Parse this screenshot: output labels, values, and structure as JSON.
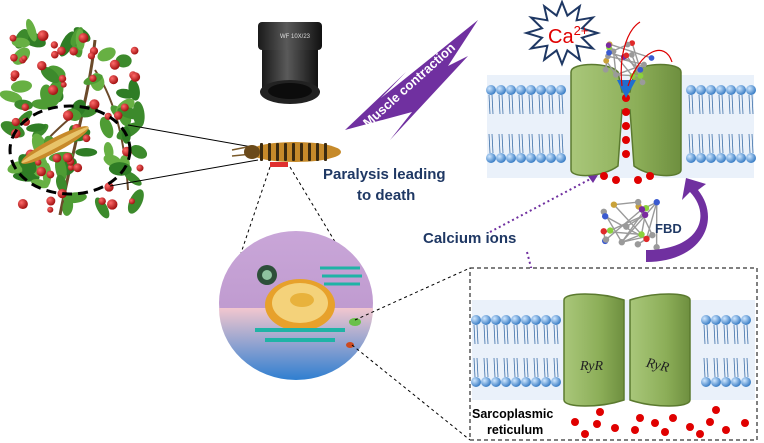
{
  "labels": {
    "calcium_badge": "Ca",
    "calcium_superscript": "2+",
    "muscle_contraction": "Muscle contraction",
    "paralysis_line1": "Paralysis leading",
    "paralysis_line2": "to death",
    "calcium_ions": "Calcium ions",
    "fbd": "FBD",
    "ryr_left": "RyR",
    "ryr_right": "RyR",
    "sarcoplasmic_line1": "Sarcoplasmic",
    "sarcoplasmic_line2": "reticulum",
    "eyepiece_text": "WF 10X/23"
  },
  "colors": {
    "label_text": "#1f3864",
    "arrow_purple": "#7030a0",
    "calcium_dot": "#e00000",
    "membrane_head": "#4a90d9",
    "channel_green": "#8fb05a",
    "leaf_green": "#3c8a2c",
    "berry_red": "#cc1f1f"
  }
}
